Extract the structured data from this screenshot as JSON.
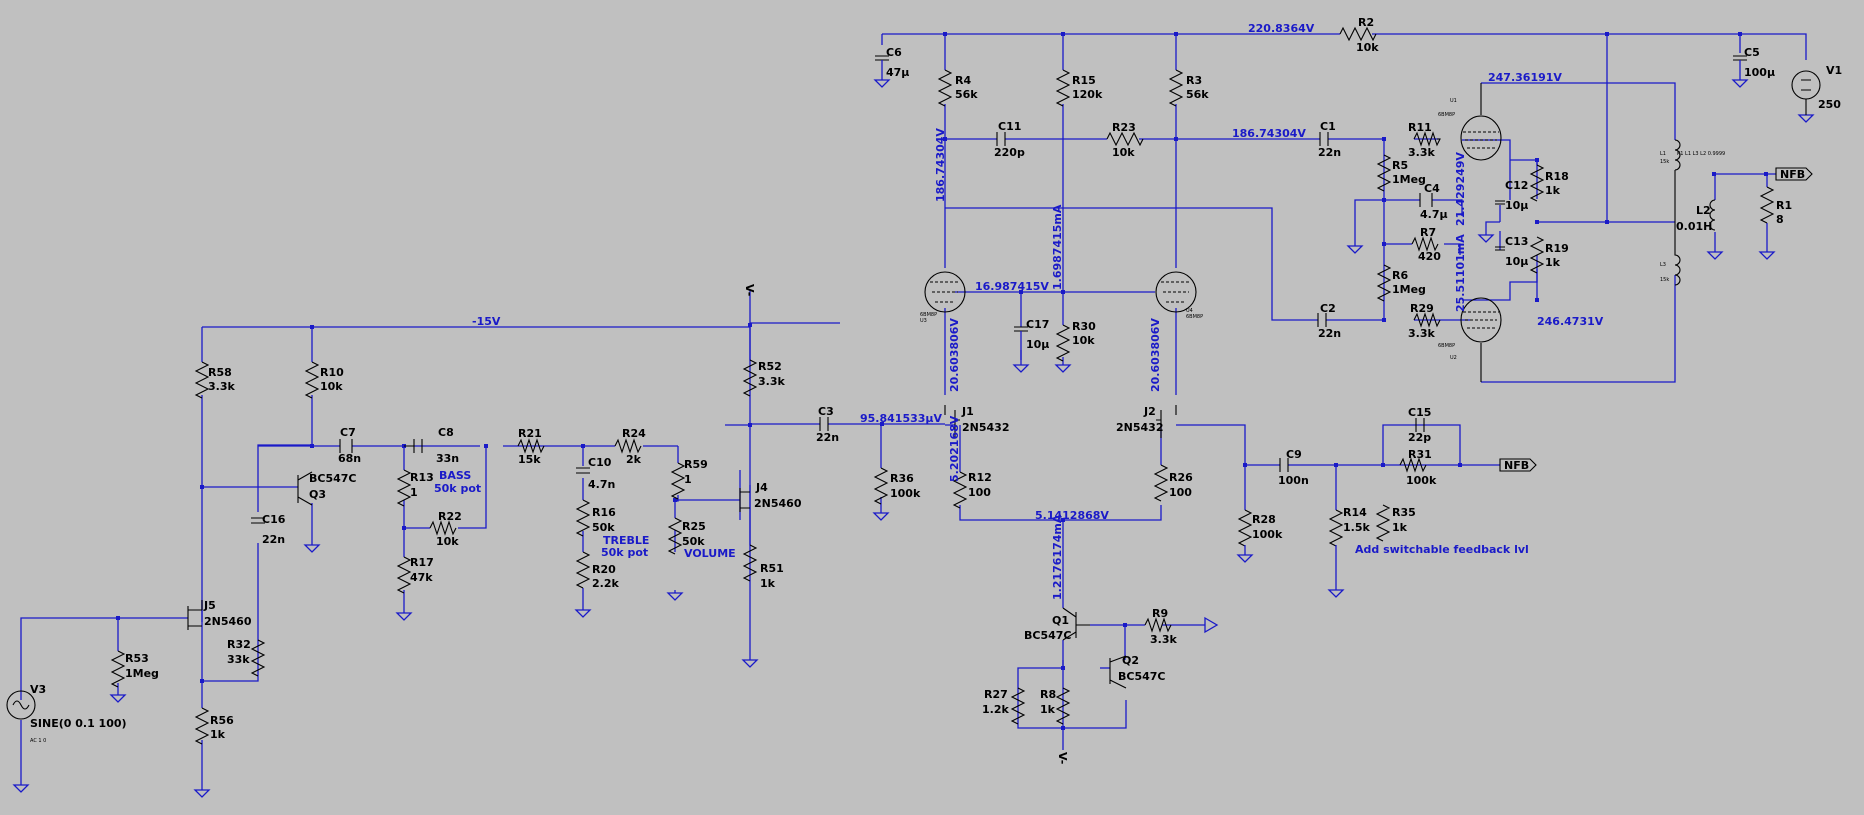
{
  "schematic": {
    "voltages": {
      "v_rail": "220.8364V",
      "v_plate_ltp": "186.74304V",
      "v_plate_ltp_vert": "186.74304V",
      "v_out_plate_top": "247.36191V",
      "v_cathode_ltp": "16.987415V",
      "v_grid_top": "21.429249V",
      "v_grid_bot": "25.51101mA",
      "v_out_plate_bot": "246.4731V",
      "v_neg": "-15V",
      "v_c3": "95.841533µV",
      "v_j1_drain": "20.603806V",
      "v_j2_drain": "20.603806V",
      "v_j1_src": "5.202168V",
      "v_src_common": "5.1412868V",
      "i_r15": "1.6987415mA",
      "i_tail": "1.2176174mA"
    },
    "resistors": [
      {
        "ref": "R2",
        "value": "10k"
      },
      {
        "ref": "R4",
        "value": "56k"
      },
      {
        "ref": "R15",
        "value": "120k"
      },
      {
        "ref": "R3",
        "value": "56k"
      },
      {
        "ref": "R23",
        "value": "10k"
      },
      {
        "ref": "R11",
        "value": "3.3k"
      },
      {
        "ref": "R5",
        "value": "1Meg"
      },
      {
        "ref": "R7",
        "value": "420"
      },
      {
        "ref": "R6",
        "value": "1Meg"
      },
      {
        "ref": "R29",
        "value": "3.3k"
      },
      {
        "ref": "R18",
        "value": "1k"
      },
      {
        "ref": "R19",
        "value": "1k"
      },
      {
        "ref": "R1",
        "value": "8"
      },
      {
        "ref": "R30",
        "value": "10k"
      },
      {
        "ref": "R58",
        "value": "3.3k"
      },
      {
        "ref": "R10",
        "value": "10k"
      },
      {
        "ref": "R52",
        "value": "3.3k"
      },
      {
        "ref": "R13",
        "value": "1"
      },
      {
        "ref": "R22",
        "value": "10k"
      },
      {
        "ref": "R17",
        "value": "47k"
      },
      {
        "ref": "R21",
        "value": "15k"
      },
      {
        "ref": "R24",
        "value": "2k"
      },
      {
        "ref": "R59",
        "value": "1"
      },
      {
        "ref": "R16",
        "value": "50k"
      },
      {
        "ref": "R20",
        "value": "2.2k"
      },
      {
        "ref": "R25",
        "value": "50k"
      },
      {
        "ref": "R51",
        "value": "1k"
      },
      {
        "ref": "R36",
        "value": "100k"
      },
      {
        "ref": "R12",
        "value": "100"
      },
      {
        "ref": "R26",
        "value": "100"
      },
      {
        "ref": "R28",
        "value": "100k"
      },
      {
        "ref": "R31",
        "value": "100k"
      },
      {
        "ref": "R14",
        "value": "1.5k"
      },
      {
        "ref": "R35",
        "value": "1k"
      },
      {
        "ref": "R53",
        "value": "1Meg"
      },
      {
        "ref": "R32",
        "value": "33k"
      },
      {
        "ref": "R56",
        "value": "1k"
      },
      {
        "ref": "R9",
        "value": "3.3k"
      },
      {
        "ref": "R27",
        "value": "1.2k"
      },
      {
        "ref": "R8",
        "value": "1k"
      }
    ],
    "capacitors": [
      {
        "ref": "C6",
        "value": "47µ"
      },
      {
        "ref": "C5",
        "value": "100µ"
      },
      {
        "ref": "C11",
        "value": "220p"
      },
      {
        "ref": "C1",
        "value": "22n"
      },
      {
        "ref": "C4",
        "value": "4.7µ"
      },
      {
        "ref": "C12",
        "value": "10µ"
      },
      {
        "ref": "C13",
        "value": "10µ"
      },
      {
        "ref": "C2",
        "value": "22n"
      },
      {
        "ref": "C17",
        "value": "10µ"
      },
      {
        "ref": "C7",
        "value": "68n"
      },
      {
        "ref": "C8",
        "value": "33n"
      },
      {
        "ref": "C10",
        "value": "4.7n"
      },
      {
        "ref": "C16",
        "value": "22n"
      },
      {
        "ref": "C3",
        "value": "22n"
      },
      {
        "ref": "C9",
        "value": "100n"
      },
      {
        "ref": "C15",
        "value": "22p"
      }
    ],
    "sources": {
      "v1_ref": "V1",
      "v1_value": "250",
      "v3_ref": "V3",
      "v3_value": "SINE(0 0.1 100)",
      "v3_ac": "AC 1 0"
    },
    "inductors": {
      "l2_ref": "L2",
      "l2_value": "0.01H",
      "k_stmt": "K1 L1 L3 L2 0.9999",
      "l1_small": "L1",
      "l1_val": "15k",
      "l3_small": "L3",
      "l3_val": "15k"
    },
    "transistors": {
      "q3_ref": "Q3",
      "q3_model": "BC547C",
      "q1_ref": "Q1",
      "q1_model": "BC547C",
      "q2_ref": "Q2",
      "q2_model": "BC547C",
      "j1_ref": "J1",
      "j1_model": "2N5432",
      "j2_ref": "J2",
      "j2_model": "2N5432",
      "j4_ref": "J4",
      "j4_model": "2N5460",
      "j5_ref": "J5",
      "j5_model": "2N5460"
    },
    "tubes": {
      "u1_ref": "U1",
      "u1_model": "6BM8P",
      "u2_ref": "U2",
      "u2_model": "6BM8P",
      "u3_ref": "U3",
      "u3_model": "6BM8P",
      "u4_ref": "U4",
      "u4_model": "6BM8P"
    },
    "labels": {
      "nfb_top": "NFB",
      "nfb_bot": "NFB",
      "bass": "BASS",
      "bass_pot": "50k pot",
      "treble": "TREBLE",
      "treble_pot": "50k pot",
      "volume": "VOLUME",
      "feedback_note": "Add switchable feedback lvl",
      "v_minus_top": "V-",
      "v_minus_bot": "V-"
    }
  }
}
